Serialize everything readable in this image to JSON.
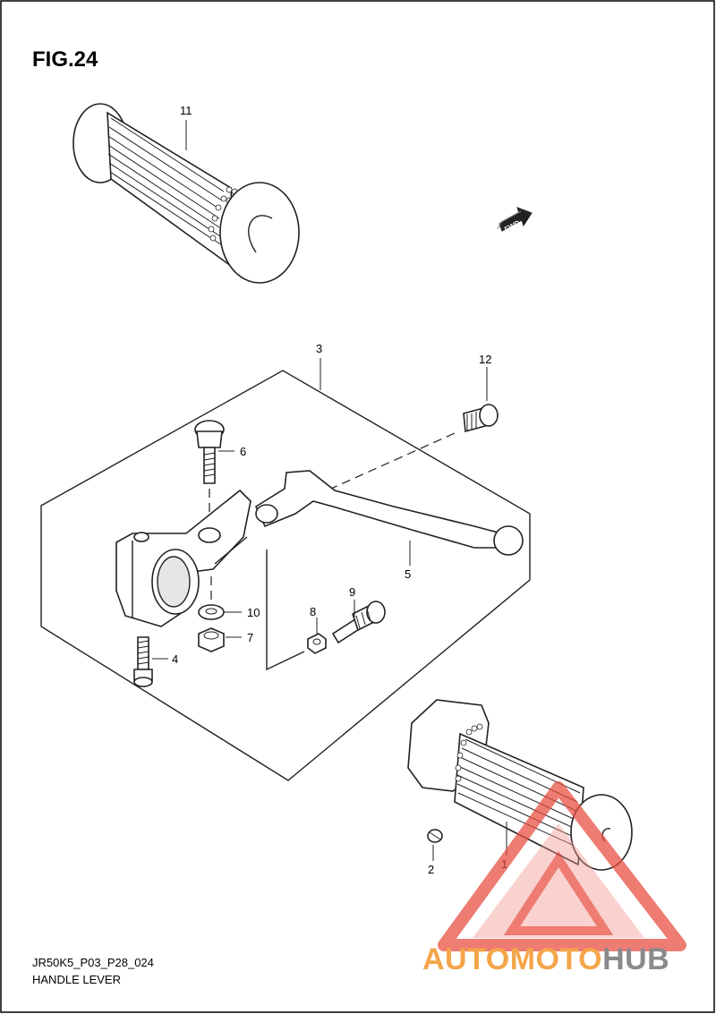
{
  "figure": {
    "title": "FIG.24",
    "model_code": "JR50K5_P03_P28_024",
    "caption": "HANDLE LEVER"
  },
  "direction_badge": {
    "label": "FWD"
  },
  "callouts": [
    "11",
    "3",
    "12",
    "6",
    "5",
    "9",
    "8",
    "10",
    "7",
    "4",
    "2",
    "1"
  ],
  "watermark": {
    "text_orange": "AUTOMOTO",
    "text_gray": "HUB",
    "color_orange": "#f5a54a",
    "color_gray": "#8a8a8a",
    "color_triangle": "#e84b3c"
  },
  "icons": {
    "fwd_arrow": "arrow-right-icon",
    "watermark_logo": "warning-triangle-logo"
  }
}
